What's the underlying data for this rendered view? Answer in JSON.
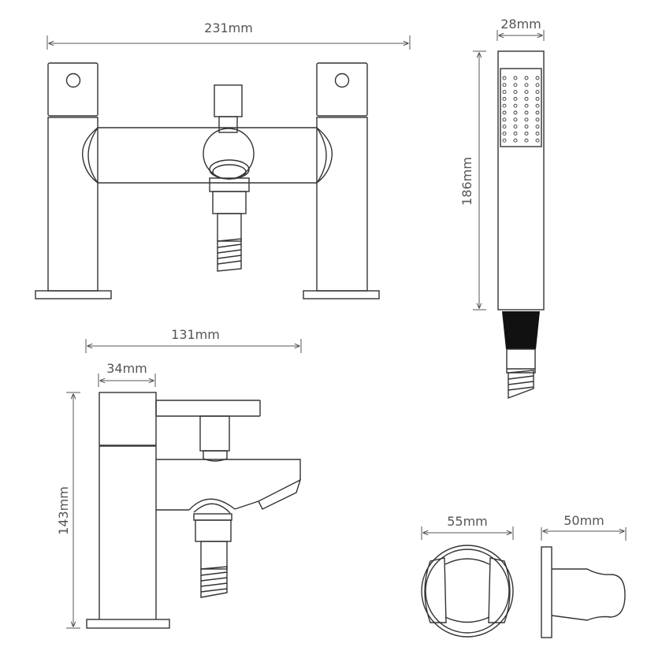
{
  "diagram": {
    "subject": "Bath shower mixer tap technical drawing",
    "views": [
      {
        "id": "front",
        "name": "Bath shower mixer front view"
      },
      {
        "id": "side",
        "name": "Bath shower mixer side view"
      },
      {
        "id": "handset",
        "name": "Shower handset"
      },
      {
        "id": "holder-front",
        "name": "Wall holder front view"
      },
      {
        "id": "holder-side",
        "name": "Wall holder side view"
      }
    ],
    "dimensions": {
      "overall_width": "231mm",
      "handset_width": "28mm",
      "handset_length": "186mm",
      "depth": "131mm",
      "pillar_width": "34mm",
      "height": "143mm",
      "holder_diameter": "55mm",
      "holder_projection": "50mm"
    },
    "colors": {
      "line": "#333333",
      "dimension": "#555555",
      "handset_grip": "#111111",
      "background": "#ffffff"
    }
  }
}
